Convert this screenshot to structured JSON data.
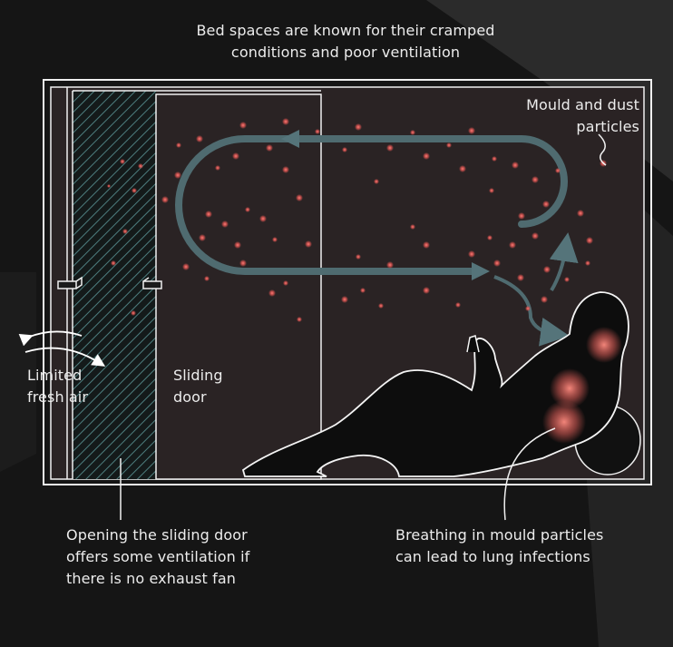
{
  "title": "Bed spaces are known for their cramped\nconditions and poor ventilation",
  "labels": {
    "particles": "Mould and dust\nparticles",
    "fresh_air": "Limited\nfresh air",
    "door": "Sliding\ndoor",
    "ventilation_note": "Opening the sliding door\noffers some ventilation if\nthere is no exhaust fan",
    "infection_note": "Breathing in mould particles\ncan lead to lung infections"
  },
  "colors": {
    "background": "#161616",
    "room": "#2c2526",
    "outline": "#f2f2f2",
    "airflow": "#4f6b70",
    "particle": "#e0625e",
    "hatch": "#4d7d7e"
  }
}
